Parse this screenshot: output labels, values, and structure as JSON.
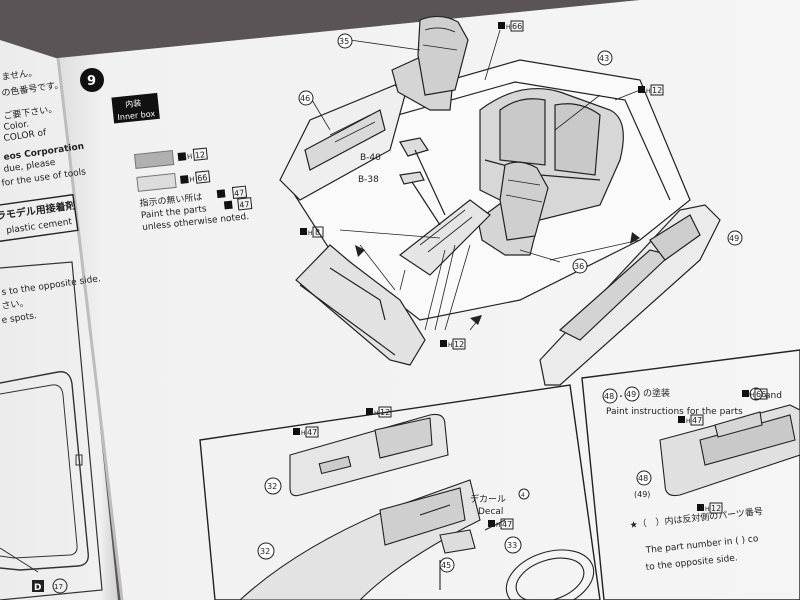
{
  "step": {
    "number": "9"
  },
  "left_page": {
    "jp_line_1": "ません。",
    "jp_line_2": "の色番号です。",
    "jp_line_3": "ご要下さい。",
    "en_line_1": "Color.",
    "en_line_2": "COLOR of",
    "company": "eos Corporation",
    "en_line_3": "due, please",
    "en_line_4": "for the use of tools",
    "cement_jp": "ラモデル用接着剤",
    "cement_en": "plastic cement",
    "opposite": "s to the opposite side.",
    "jp_line_4": "さい。",
    "spots": "e spots.",
    "part_d": "D",
    "part_17": "17"
  },
  "legend": {
    "title_jp": "内装",
    "title_en": "Inner box",
    "swatch1_code": "12",
    "swatch2_code": "66",
    "note_jp": "指示の無い所は",
    "note_code": "47",
    "note_en1": "Paint the parts",
    "note_en1_code": "47",
    "note_en2": "unless otherwise noted."
  },
  "callouts": {
    "p35": "35",
    "p66": "66",
    "p43": "43",
    "p12a": "12",
    "p46": "46",
    "b40": "B-40",
    "b38": "B-38",
    "p8": "8",
    "p36": "36",
    "p49": "49",
    "p12b": "12"
  },
  "inset_left": {
    "code47": "47",
    "code12": "12",
    "part32a": "32",
    "decal_jp": "デカール",
    "decal_en": "Decal",
    "decal_num": "4",
    "code47b": "47",
    "part33": "33",
    "part32b": "32",
    "part45": "45"
  },
  "inset_right": {
    "part48": "48",
    "part49": "49",
    "title_jp": "の塗装",
    "title_en": "Paint instructions for the parts",
    "and": "and",
    "code47": "47",
    "code66": "66",
    "part48b": "48",
    "part49b": "(49)",
    "code12": "12",
    "note_jp": "★（　）内は反対側のパーツ番号",
    "note_en1": "The part number in (  ) co",
    "note_en2": "to the opposite side."
  }
}
